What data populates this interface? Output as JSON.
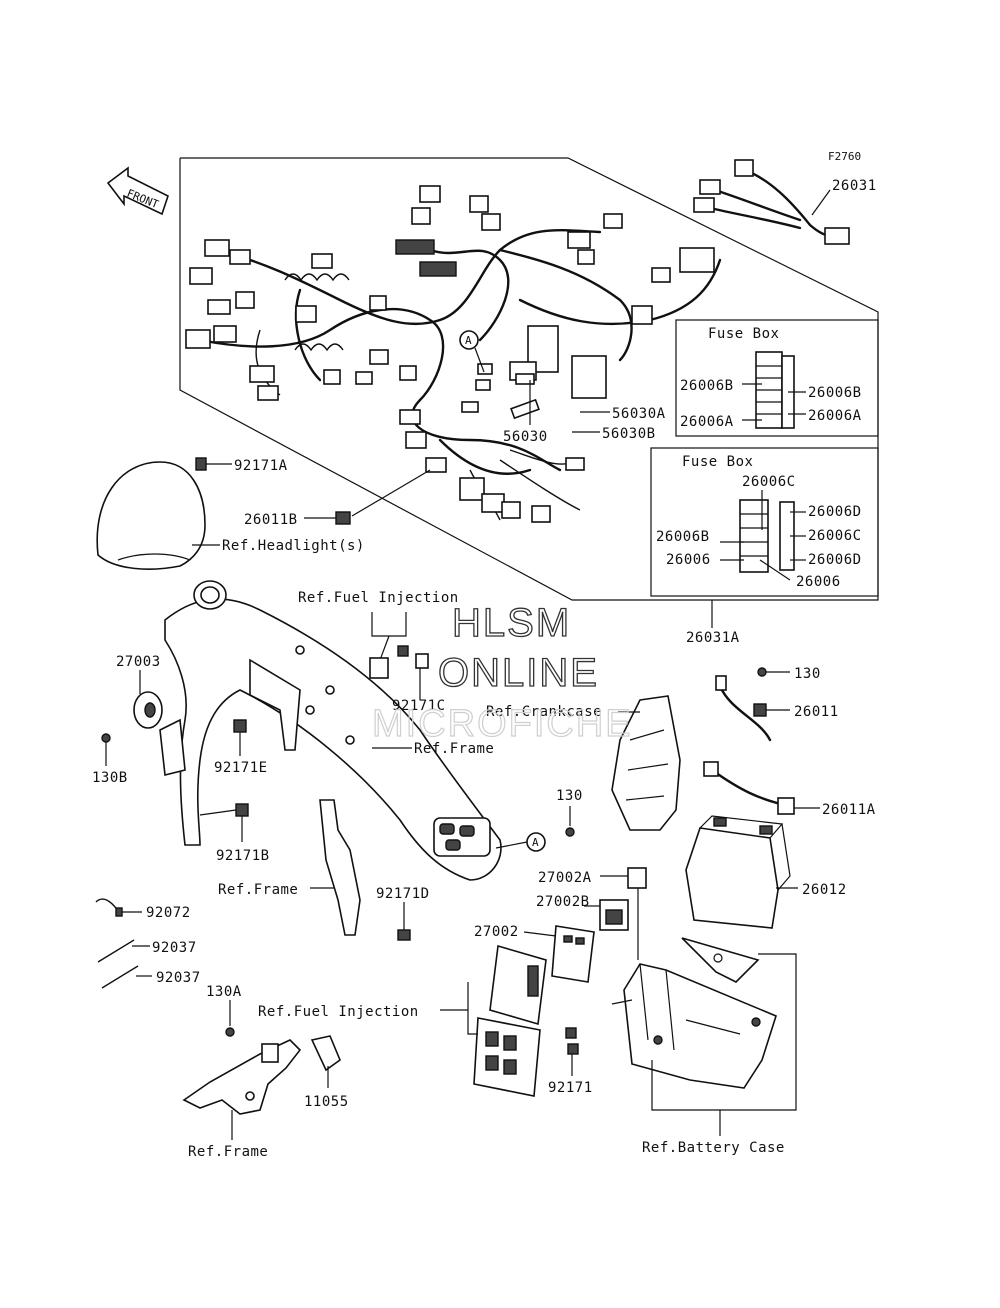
{
  "figure_code": "F2760",
  "front_label": "FRONT",
  "callout_a": "A",
  "fuse_box_1": {
    "title": "Fuse Box",
    "labels": [
      "26006B",
      "26006A",
      "26006B",
      "26006A"
    ]
  },
  "fuse_box_2": {
    "title": "Fuse Box",
    "labels": [
      "26006C",
      "26006B",
      "26006",
      "26006D",
      "26006C",
      "26006D",
      "26006"
    ]
  },
  "parts": {
    "p26031": "26031",
    "p56030A": "56030A",
    "p56030B": "56030B",
    "p56030": "56030",
    "p92171A": "92171A",
    "p26011B": "26011B",
    "ref_headlight": "Ref.Headlight(s)",
    "p26031A": "26031A",
    "ref_fuel_injection_1": "Ref.Fuel Injection",
    "p27003": "27003",
    "p92171C": "92171C",
    "ref_crankcase": "Ref.Crankcase",
    "p130_1": "130",
    "p26011": "26011",
    "ref_frame_1": "Ref.Frame",
    "p130B": "130B",
    "p92171E": "92171E",
    "p92171B": "92171B",
    "p130_2": "130",
    "p26011A": "26011A",
    "p27002A": "27002A",
    "p26012": "26012",
    "ref_frame_2": "Ref.Frame",
    "p92171D": "92171D",
    "p27002B": "27002B",
    "p92072": "92072",
    "p92037_1": "92037",
    "p92037_2": "92037",
    "p27002": "27002",
    "p130A": "130A",
    "ref_fuel_injection_2": "Ref.Fuel Injection",
    "p11055": "11055",
    "p92171": "92171",
    "ref_frame_3": "Ref.Frame",
    "ref_battery_case": "Ref.Battery Case"
  },
  "watermark": {
    "line1": "HLSM",
    "line2": "ONLINE",
    "line3": "MICROFICHE"
  }
}
